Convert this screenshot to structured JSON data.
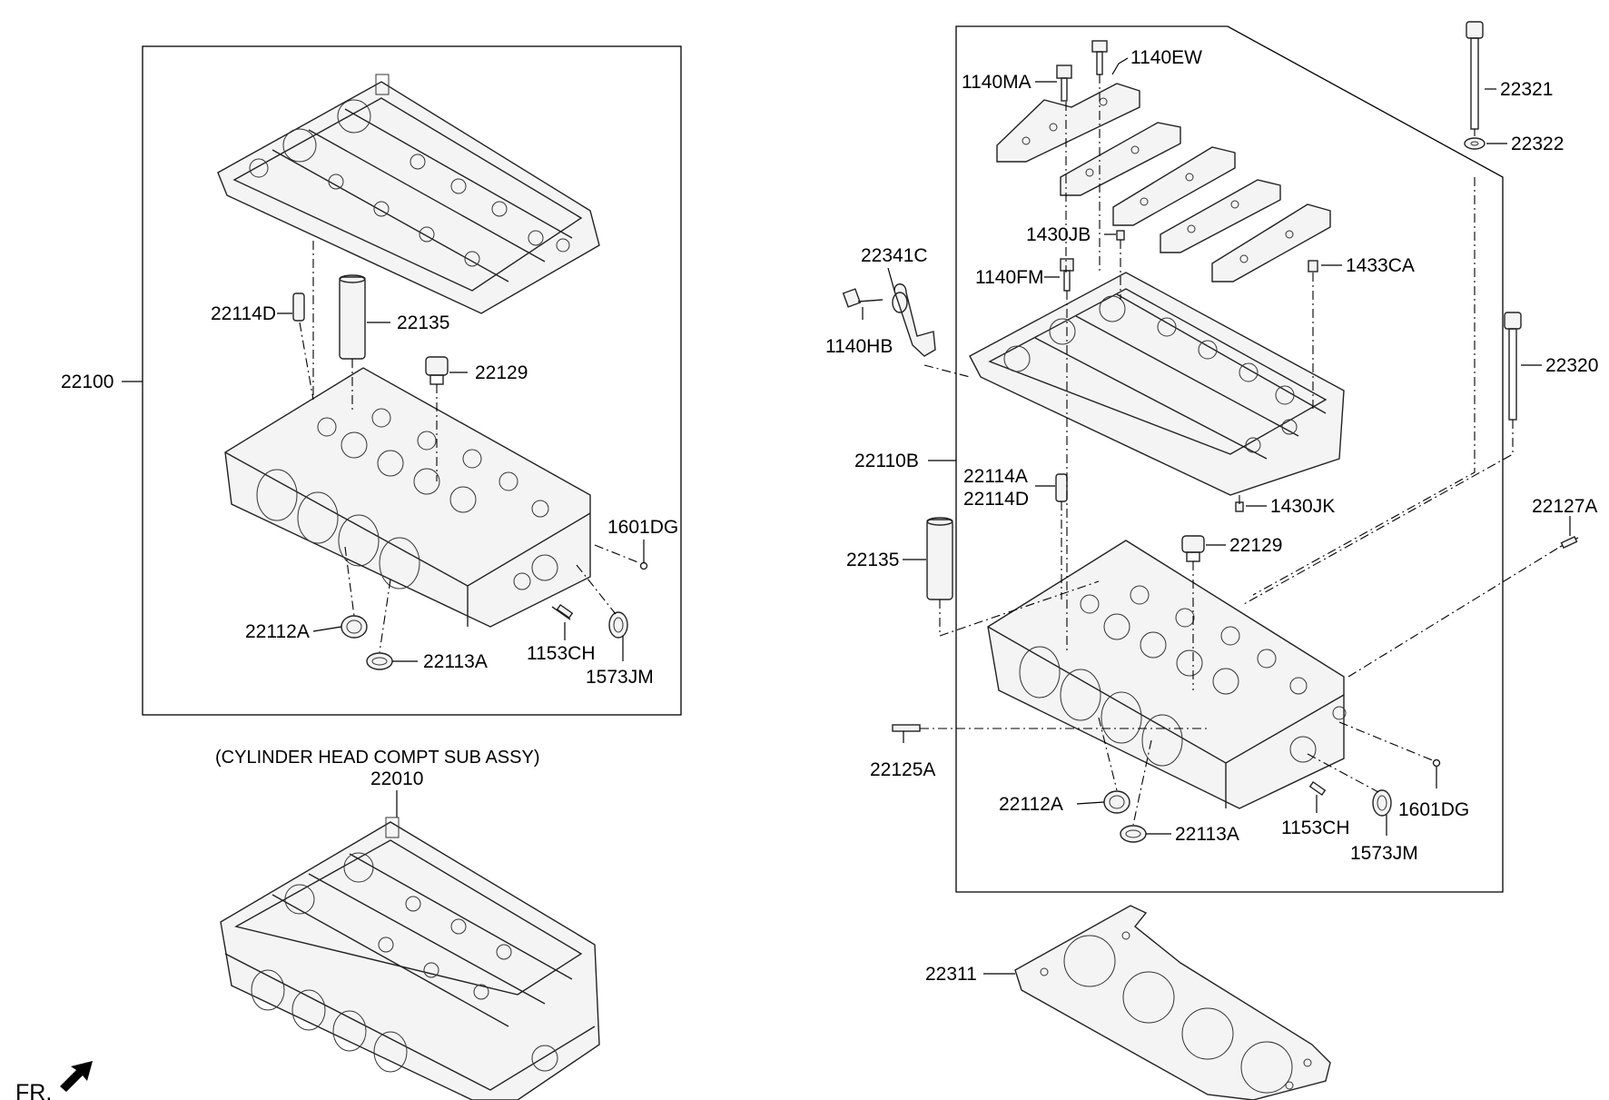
{
  "labels": {
    "l22100": "22100",
    "l22114D_left": "22114D",
    "l22135_left": "22135",
    "l22129_left": "22129",
    "l1601DG_left": "1601DG",
    "l22112A_left": "22112A",
    "l22113A_left": "22113A",
    "l1153CH_left": "1153CH",
    "l1573JM_left": "1573JM",
    "sub_assy_title": "(CYLINDER HEAD COMPT SUB ASSY)",
    "l22010": "22010",
    "fr": "FR.",
    "l1140EW": "1140EW",
    "l1140MA": "1140MA",
    "l22321": "22321",
    "l22322": "22322",
    "l22341C": "22341C",
    "l1430JB": "1430JB",
    "l1433CA": "1433CA",
    "l1140FM": "1140FM",
    "l1140HB": "1140HB",
    "l22320": "22320",
    "l22110B": "22110B",
    "l22114A": "22114A",
    "l22114D_right": "22114D",
    "l1430JK": "1430JK",
    "l22127A": "22127A",
    "l22135_right": "22135",
    "l22129_right": "22129",
    "l22125A": "22125A",
    "l22112A_right": "22112A",
    "l22113A_right": "22113A",
    "l1153CH_right": "1153CH",
    "l1601DG_right": "1601DG",
    "l1573JM_right": "1573JM",
    "l22311": "22311"
  }
}
